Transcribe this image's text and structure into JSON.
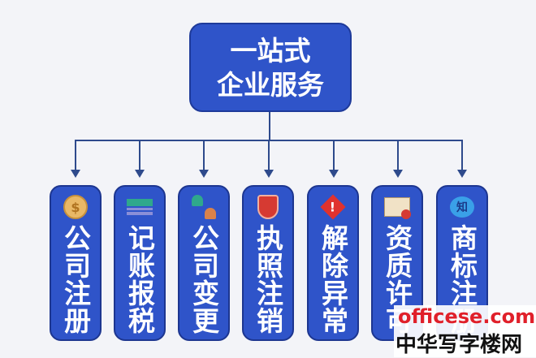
{
  "title_lines": [
    "一站式",
    "企业服务"
  ],
  "services": [
    {
      "label": "公司注册",
      "icon": "coin-icon"
    },
    {
      "label": "记账报税",
      "icon": "money-stack-icon"
    },
    {
      "label": "公司变更",
      "icon": "exchange-icon"
    },
    {
      "label": "执照注销",
      "icon": "shield-icon"
    },
    {
      "label": "解除异常",
      "icon": "warning-icon",
      "icon_text": "!"
    },
    {
      "label": "资质许可",
      "icon": "certificate-icon"
    },
    {
      "label": "商标注册",
      "icon": "trademark-icon",
      "icon_text": "知"
    }
  ],
  "watermark": {
    "site": "officese.com",
    "name": "中华写字楼网"
  },
  "colors": {
    "box": "#2f54c9",
    "line": "#2e4a8c",
    "background": "#f3f4f8"
  }
}
